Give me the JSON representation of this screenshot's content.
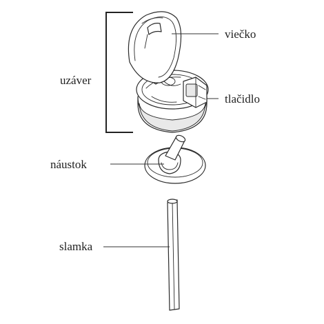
{
  "labels": {
    "lid": "viečko",
    "closure": "uzáver",
    "button": "tlačidlo",
    "mouthpiece": "náustok",
    "straw": "slamka"
  },
  "colors": {
    "line": "#2a2a2a",
    "text": "#222222",
    "background": "#ffffff"
  }
}
